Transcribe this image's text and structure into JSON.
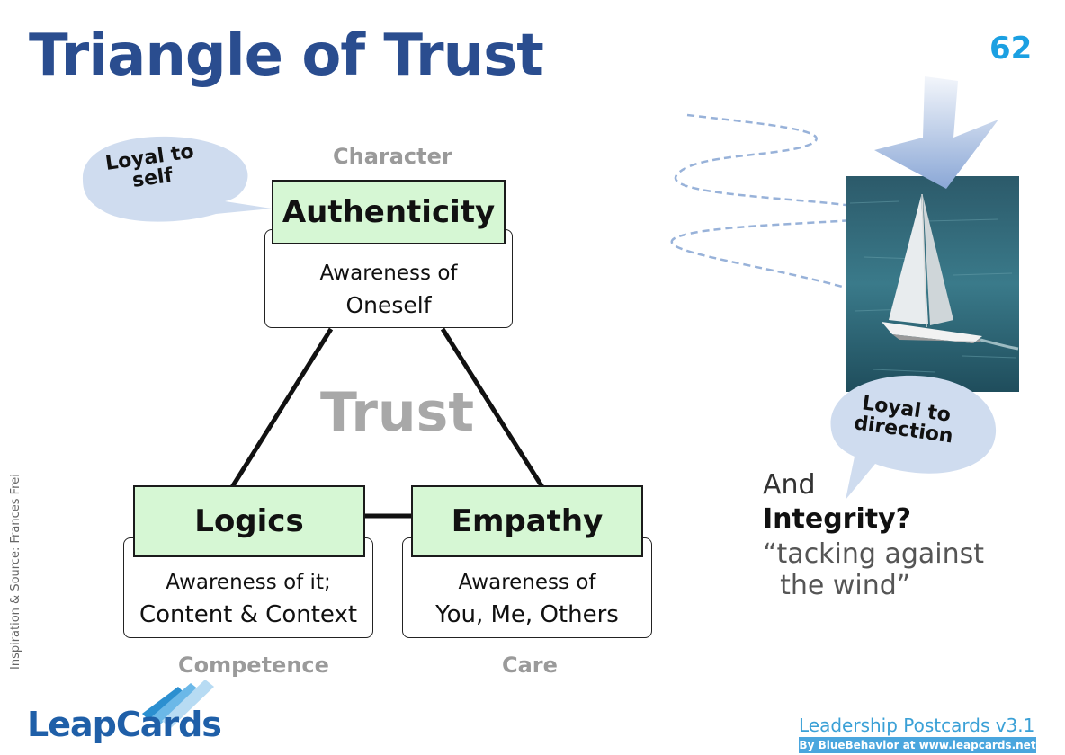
{
  "title": "Triangle of Trust",
  "page_number": "62",
  "center_word": "Trust",
  "nodes": {
    "top": {
      "category": "Character",
      "heading": "Authenticity",
      "line1": "Awareness of",
      "line2": "Oneself",
      "bubble": "Loyal to\nself"
    },
    "left": {
      "category": "Competence",
      "heading": "Logics",
      "line1": "Awareness of it;",
      "line2": "Content & Context"
    },
    "right": {
      "category": "Care",
      "heading": "Empathy",
      "line1": "Awareness of",
      "line2": "You, Me, Others"
    }
  },
  "integrity": {
    "bubble": "Loyal to\ndirection",
    "and": "And",
    "word": "Integrity?",
    "quote": "“tacking against\n  the wind”"
  },
  "source_note": "Inspiration & Source: Frances Frei",
  "logo": "LeapCards",
  "footer": {
    "title": "Leadership Postcards v3.1",
    "subtitle": "By BlueBehavior at www.leapcards.net"
  },
  "colors": {
    "title": "#2a4d8f",
    "page_number": "#1ba0e2",
    "head_fill": "#d6f7d4",
    "bubble_fill": "#cfdcef",
    "sea": "#2e6b7c"
  },
  "icons": [
    "sailboat-photo",
    "down-arrow-icon",
    "leapcards-logo-icon",
    "wind-path-lines"
  ]
}
